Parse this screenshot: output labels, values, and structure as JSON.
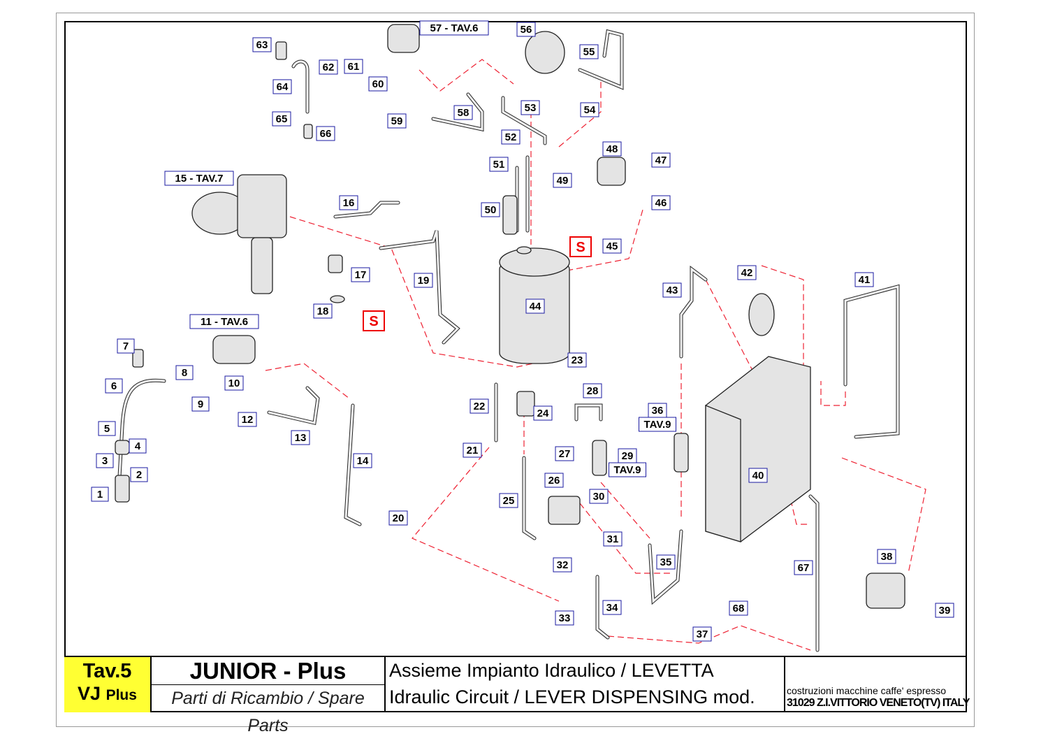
{
  "title_block": {
    "table_number": "Tav.5",
    "model_code": "VJ",
    "model_code_suffix": "Plus",
    "model_name": "JUNIOR - Plus",
    "subtitle": "Parti di Ricambio / Spare Parts",
    "description_it": "Assieme Impianto Idraulico / LEVETTA",
    "description_en": "Idraulic Circuit / LEVER DISPENSING mod.",
    "company_line": "costruzioni macchine caffe' espresso",
    "company_address": "31029 Z.I.VITTORIO VENETO(TV) ITALY"
  },
  "part_labels": [
    "1",
    "2",
    "3",
    "4",
    "5",
    "6",
    "7",
    "8",
    "9",
    "10",
    "11 - TAV.6",
    "12",
    "13",
    "14",
    "15 - TAV.7",
    "16",
    "17",
    "18",
    "19",
    "20",
    "21",
    "22",
    "23",
    "24",
    "25",
    "26",
    "27",
    "28",
    "29",
    "TAV.9",
    "30",
    "31",
    "32",
    "33",
    "34",
    "35",
    "36",
    "TAV.9",
    "37",
    "38",
    "39",
    "40",
    "41",
    "42",
    "43",
    "44",
    "45",
    "46",
    "47",
    "48",
    "49",
    "50",
    "51",
    "52",
    "53",
    "54",
    "55",
    "56",
    "57 - TAV.6",
    "58",
    "59",
    "60",
    "61",
    "62",
    "63",
    "64",
    "65",
    "66",
    "67",
    "68"
  ],
  "sealant_marks": [
    "S",
    "S"
  ],
  "colors": {
    "label_border": "#1a1aa0",
    "sealant": "#e00000",
    "dashed_line": "#e22233",
    "title_highlight": "#ffff33"
  }
}
